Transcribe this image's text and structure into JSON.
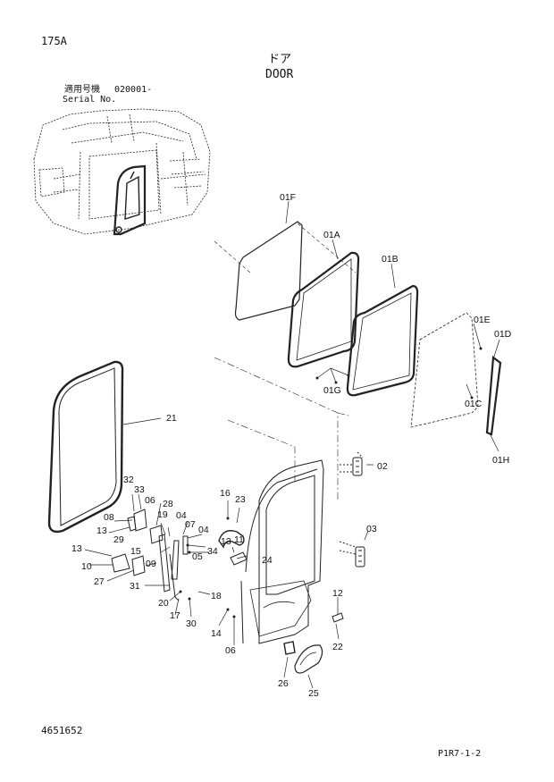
{
  "header": {
    "page_code": "175A",
    "title_jp": "ドア",
    "title_en": "DOOR",
    "applicable_jp": "適用号機",
    "serial_number": "020001-",
    "serial_label": "Serial No."
  },
  "footer": {
    "document_number": "4651652",
    "page_ref": "P1R7-1-2"
  },
  "parts": [
    {
      "id": "p01F",
      "label": "01F"
    },
    {
      "id": "p01A",
      "label": "01A"
    },
    {
      "id": "p01B",
      "label": "01B"
    },
    {
      "id": "p01E",
      "label": "01E"
    },
    {
      "id": "p01D",
      "label": "01D"
    },
    {
      "id": "p01C",
      "label": "01C"
    },
    {
      "id": "p01G",
      "label": "01G"
    },
    {
      "id": "p01H",
      "label": "01H"
    },
    {
      "id": "p21",
      "label": "21"
    },
    {
      "id": "p02",
      "label": "02"
    },
    {
      "id": "p03",
      "label": "03"
    },
    {
      "id": "p32",
      "label": "32"
    },
    {
      "id": "p33",
      "label": "33"
    },
    {
      "id": "p08",
      "label": "08"
    },
    {
      "id": "p06a",
      "label": "06"
    },
    {
      "id": "p28",
      "label": "28"
    },
    {
      "id": "p16",
      "label": "16"
    },
    {
      "id": "p23",
      "label": "23"
    },
    {
      "id": "p13a",
      "label": "13"
    },
    {
      "id": "p19",
      "label": "19"
    },
    {
      "id": "p04a",
      "label": "04"
    },
    {
      "id": "p07",
      "label": "07"
    },
    {
      "id": "p04b",
      "label": "04"
    },
    {
      "id": "p29",
      "label": "29"
    },
    {
      "id": "p13b",
      "label": "13"
    },
    {
      "id": "p15",
      "label": "15"
    },
    {
      "id": "p05",
      "label": "05"
    },
    {
      "id": "p34",
      "label": "34"
    },
    {
      "id": "p13c",
      "label": "13"
    },
    {
      "id": "p11",
      "label": "11"
    },
    {
      "id": "p24",
      "label": "24"
    },
    {
      "id": "p10",
      "label": "10"
    },
    {
      "id": "p09",
      "label": "09"
    },
    {
      "id": "p27",
      "label": "27"
    },
    {
      "id": "p31",
      "label": "31"
    },
    {
      "id": "p20",
      "label": "20"
    },
    {
      "id": "p18",
      "label": "18"
    },
    {
      "id": "p17",
      "label": "17"
    },
    {
      "id": "p30",
      "label": "30"
    },
    {
      "id": "p14",
      "label": "14"
    },
    {
      "id": "p06b",
      "label": "06"
    },
    {
      "id": "p12",
      "label": "12"
    },
    {
      "id": "p22",
      "label": "22"
    },
    {
      "id": "p26",
      "label": "26"
    },
    {
      "id": "p25",
      "label": "25"
    }
  ]
}
